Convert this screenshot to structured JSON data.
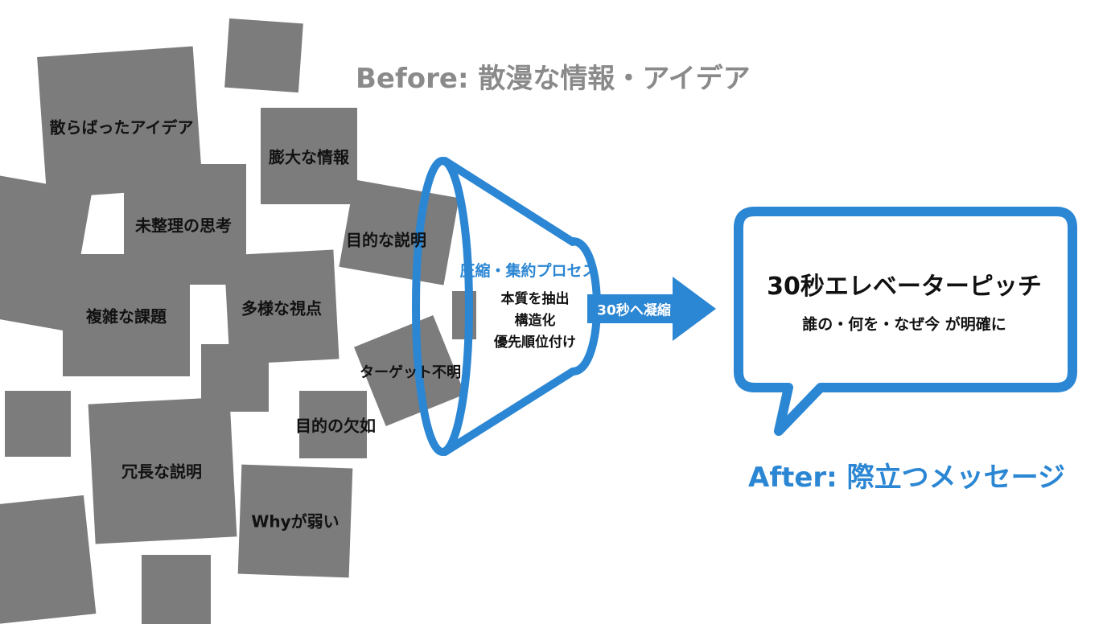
{
  "before": {
    "title": "Before: 散漫な情報・アイデア",
    "items": [
      "散らばったアイデア",
      "膨大な情報",
      "未整理の思考",
      "目的な説明",
      "複雑な課題",
      "多様な視点",
      "ターゲット不明",
      "目的の欠如",
      "冗長な説明",
      "Whyが弱い"
    ]
  },
  "funnel": {
    "title": "圧縮・集約プロセス",
    "steps": [
      "本質を抽出",
      "構造化",
      "優先順位付け"
    ],
    "arrow_label": "30秒へ凝縮"
  },
  "bubble": {
    "title": "30秒エレベーターピッチ",
    "subtitle": "誰の・何を・なぜ今 が明確に"
  },
  "after": {
    "title": "After: 際立つメッセージ"
  },
  "colors": {
    "accent": "#2b86d3",
    "box_gray": "#7c7c7c",
    "before_title": "#8a8a8a"
  }
}
